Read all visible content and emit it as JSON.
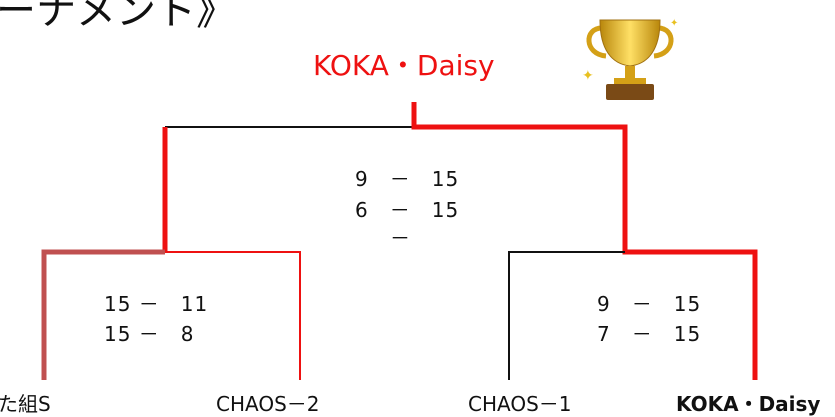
{
  "heading": "ーナメント》",
  "champion": "KOKA・Daisy",
  "colors": {
    "winner_line": "#ee1111",
    "path_line": "#c05050",
    "loser_line": "#111111",
    "champion_text": "#ee1111"
  },
  "final": {
    "scores": [
      "9　－　15",
      "6　－　15",
      "－"
    ]
  },
  "semifinals": [
    {
      "scores": [
        "15 －　11",
        "15 －　8"
      ]
    },
    {
      "scores": [
        "9　－　15",
        "7　－　15"
      ]
    }
  ],
  "teams": [
    "た組S",
    "CHAOS－2",
    "CHAOS－1",
    "KOKA・Daisy"
  ],
  "trophy_icon": "trophy-icon"
}
